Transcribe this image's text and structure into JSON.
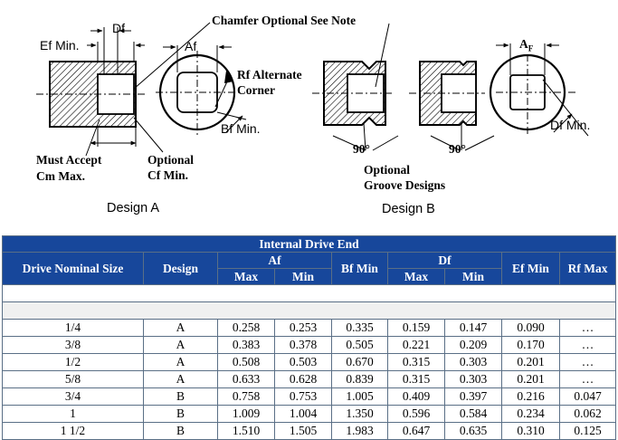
{
  "diagram": {
    "labels": {
      "df": "Df",
      "ef_min": "Ef Min.",
      "chamfer_note": "Chamfer Optional See Note",
      "af": "Af",
      "af_b": "A",
      "af_b_sub": "F",
      "rf_alt_line1": "Rf Alternate",
      "rf_alt_line2": "Corner",
      "bf_min": "Bf Min.",
      "must_accept_line1": "Must Accept",
      "must_accept_line2": "Cm Max.",
      "optional_cf_line1": "Optional",
      "optional_cf_line2": "Cf Min.",
      "angle_left": "90°",
      "angle_right": "90°",
      "optional_groove_line1": "Optional",
      "optional_groove_line2": "Groove Designs",
      "df_min": "Df Min.",
      "design_a": "Design A",
      "design_b": "Design B"
    }
  },
  "table": {
    "title": "Internal Drive End",
    "headers": {
      "drive": "Drive Nominal Size",
      "design": "Design",
      "af": "Af",
      "bf": "Bf Min",
      "df": "Df",
      "ef": "Ef Min",
      "rf": "Rf Max",
      "af_max": "Max",
      "af_min": "Min",
      "df_max": "Max",
      "df_min": "Min"
    },
    "rows": [
      [
        "1/4",
        "A",
        "0.258",
        "0.253",
        "0.335",
        "0.159",
        "0.147",
        "0.090",
        "…"
      ],
      [
        "3/8",
        "A",
        "0.383",
        "0.378",
        "0.505",
        "0.221",
        "0.209",
        "0.170",
        "…"
      ],
      [
        "1/2",
        "A",
        "0.508",
        "0.503",
        "0.670",
        "0.315",
        "0.303",
        "0.201",
        "…"
      ],
      [
        "5/8",
        "A",
        "0.633",
        "0.628",
        "0.839",
        "0.315",
        "0.303",
        "0.201",
        "…"
      ],
      [
        "3/4",
        "B",
        "0.758",
        "0.753",
        "1.005",
        "0.409",
        "0.397",
        "0.216",
        "0.047"
      ],
      [
        "1",
        "B",
        "1.009",
        "1.004",
        "1.350",
        "0.596",
        "0.584",
        "0.234",
        "0.062"
      ],
      [
        "1 1/2",
        "B",
        "1.510",
        "1.505",
        "1.983",
        "0.647",
        "0.635",
        "0.310",
        "0.125"
      ]
    ]
  }
}
